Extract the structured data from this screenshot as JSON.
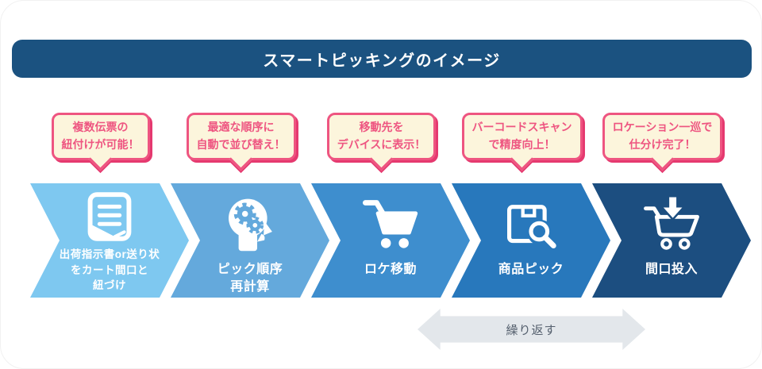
{
  "header": {
    "title": "スマートピッキングのイメージ"
  },
  "colors": {
    "header_bg": "#1B5280",
    "bubble_bg": "#FCF5DC",
    "bubble_border": "#EE5581",
    "bubble_shadow": "#E5396F",
    "bubble_text": "#EE5581",
    "repeat_arrow_bg": "#E3E7EB",
    "repeat_text": "#55606E"
  },
  "steps": [
    {
      "bubble_lines": [
        "複数伝票の",
        "紐付けが可能！"
      ],
      "icon": "document-icon",
      "label_lines": [
        "出荷指示書or送り状",
        "をカート間口と",
        "紐づけ"
      ],
      "color": "#7EC8F0"
    },
    {
      "bubble_lines": [
        "最適な順序に",
        "自動で並び替え！"
      ],
      "icon": "head-gears-icon",
      "label_lines": [
        "ピック順序",
        "再計算"
      ],
      "color": "#64A9DC"
    },
    {
      "bubble_lines": [
        "移動先を",
        "デバイスに表示！"
      ],
      "icon": "cart-icon",
      "label_lines": [
        "ロケ移動"
      ],
      "color": "#3E8ECE"
    },
    {
      "bubble_lines": [
        "バーコードスキャン",
        "で精度向上！"
      ],
      "icon": "box-search-icon",
      "label_lines": [
        "商品ピック"
      ],
      "color": "#2878BC"
    },
    {
      "bubble_lines": [
        "ロケーション一巡で",
        "仕分け完了！"
      ],
      "icon": "cart-down-arrow-icon",
      "label_lines": [
        "間口投入"
      ],
      "color": "#1C4E80"
    }
  ],
  "repeat": {
    "label": "繰り返す"
  }
}
